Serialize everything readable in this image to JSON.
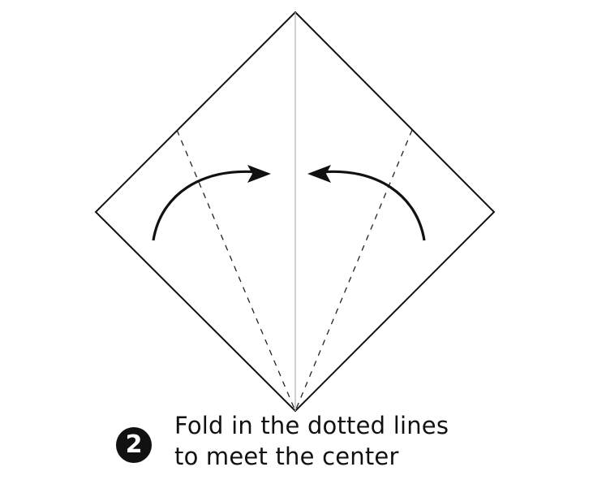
{
  "instruction": {
    "step_number": "2",
    "line1": "Fold in the dotted lines",
    "line2": "to meet the center"
  },
  "colors": {
    "paper_outline": "#111111",
    "center_crease": "#b0b0b0",
    "dashed_fold": "#222222",
    "arrow": "#111111",
    "badge": "#111111"
  },
  "icons": {
    "left_arrow": "curved-arrow-right",
    "right_arrow": "curved-arrow-left"
  }
}
